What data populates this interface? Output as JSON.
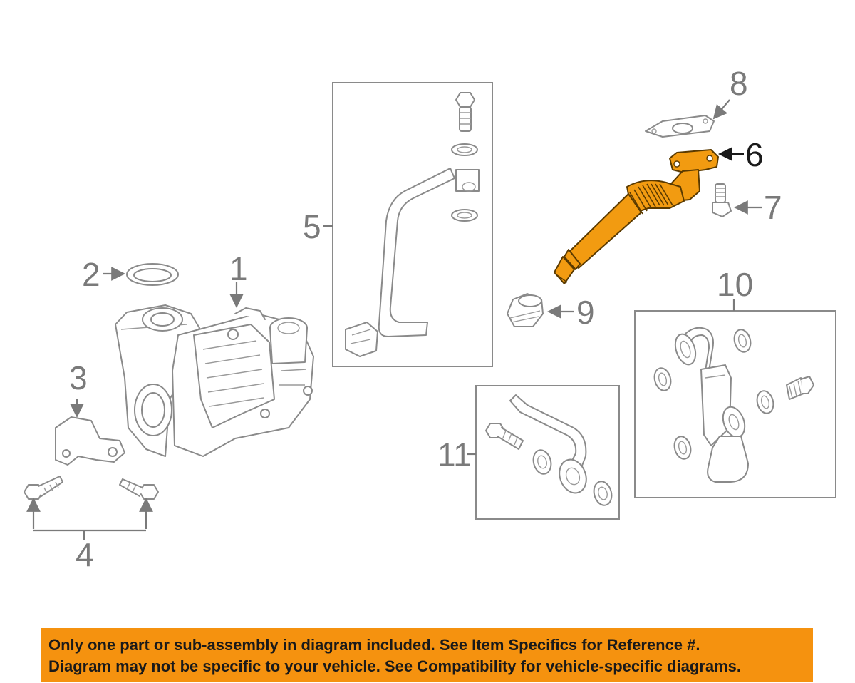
{
  "callouts": {
    "c1": "1",
    "c2": "2",
    "c3": "3",
    "c4": "4",
    "c5": "5",
    "c6": "6",
    "c7": "7",
    "c8": "8",
    "c9": "9",
    "c10": "10",
    "c11": "11"
  },
  "colors": {
    "highlight": "#f29b11",
    "banner": "#f5920f",
    "line": "#7a7a7a"
  },
  "banner": {
    "line1": "Only one part or sub-assembly in diagram included. See Item Specifics for Reference #.",
    "line2": "Diagram may not be specific to your vehicle. See Compatibility for vehicle-specific diagrams."
  }
}
